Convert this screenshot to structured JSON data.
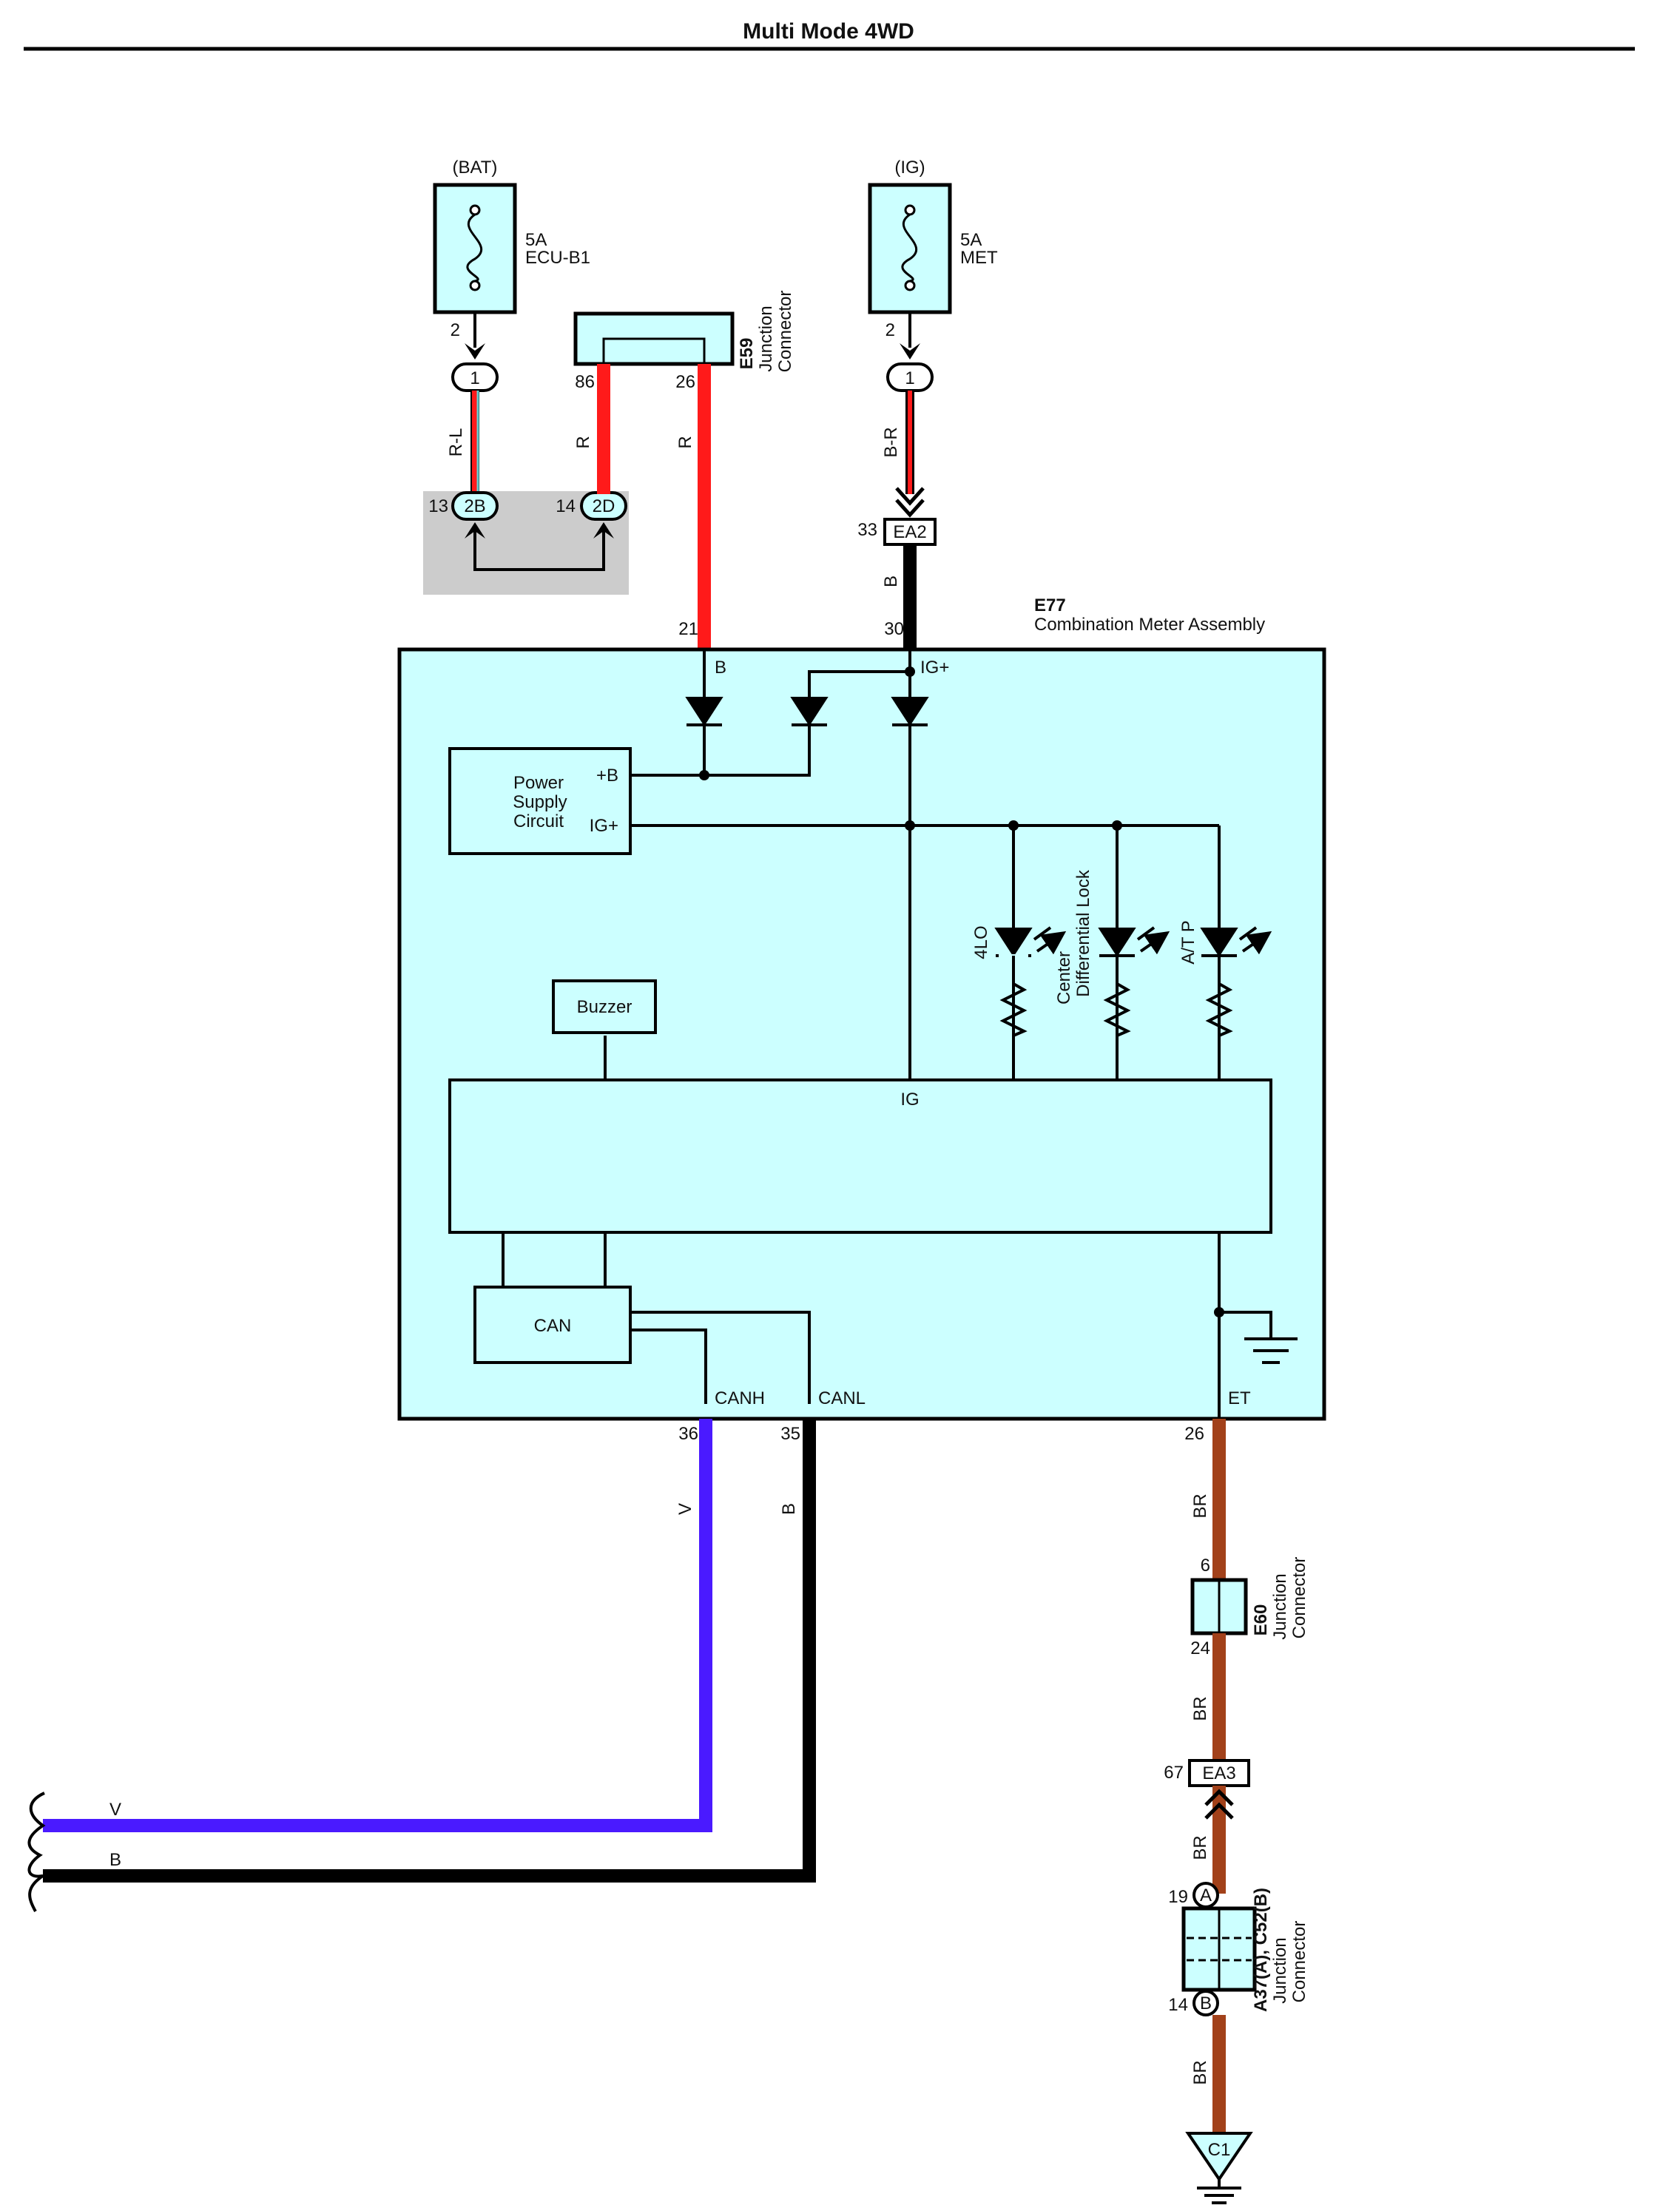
{
  "page": {
    "title": "Multi Mode 4WD"
  },
  "colors": {
    "meter_fill": "#ccffff",
    "wire_red": "#ff1a1a",
    "wire_violet": "#4a1aff",
    "wire_black": "#000000",
    "wire_brown": "#a2411a",
    "wire_rl_light": "#64cfd0",
    "shaded_area": "#cccccc"
  },
  "fuses": [
    {
      "source": "(BAT)",
      "rating": "5A",
      "name": "ECU-B1",
      "pin": "2",
      "connector": "1"
    },
    {
      "source": "(IG)",
      "rating": "5A",
      "name": "MET",
      "pin": "2",
      "connector": "1"
    }
  ],
  "junction_e59": {
    "code": "E59",
    "desc1": "Junction",
    "desc2": "Connector",
    "pin_left": "86",
    "pin_right": "26"
  },
  "shaded_block": {
    "left": {
      "pin": "13",
      "connector": "2B"
    },
    "right": {
      "pin": "14",
      "connector": "2D"
    }
  },
  "wires": {
    "rl": "R-L",
    "r1": "R",
    "r2": "R",
    "br_ig": "B-R",
    "b_ig": "B",
    "v_canh": "V",
    "b_canl": "B",
    "br1": "BR",
    "br2": "BR",
    "br3": "BR",
    "br4": "BR",
    "v_out": "V",
    "b_out": "B"
  },
  "connector_ea2": {
    "code": "EA2",
    "pin": "33"
  },
  "meter": {
    "code": "E77",
    "name": "Combination Meter Assembly",
    "pins": {
      "b": "21",
      "ig": "30",
      "canh": "36",
      "canl": "35",
      "et": "26"
    },
    "terminals": {
      "b": "B",
      "ig": "IG+",
      "canh": "CANH",
      "canl": "CANL",
      "et": "ET",
      "ig_bus": "IG"
    },
    "power_supply": {
      "line1": "Power",
      "line2": "Supply",
      "line3": "Circuit",
      "plus_b": "+B",
      "ig_plus": "IG+"
    },
    "indicators": [
      {
        "line1": "4LO",
        "line2": ""
      },
      {
        "line1": "Center",
        "line2": "Differential Lock"
      },
      {
        "line1": "A/T P",
        "line2": ""
      }
    ],
    "buzzer": "Buzzer",
    "can": "CAN"
  },
  "junction_e60": {
    "code": "E60",
    "desc1": "Junction",
    "desc2": "Connector",
    "pin_top": "6",
    "pin_bottom": "24"
  },
  "connector_ea3": {
    "code": "EA3",
    "pin": "67"
  },
  "junction_a37": {
    "code": "A37(A), C52(B)",
    "desc1": "Junction",
    "desc2": "Connector",
    "pin_a": "19",
    "conn_a": "A",
    "pin_b": "14",
    "conn_b": "B"
  },
  "ground": {
    "code": "C1"
  }
}
